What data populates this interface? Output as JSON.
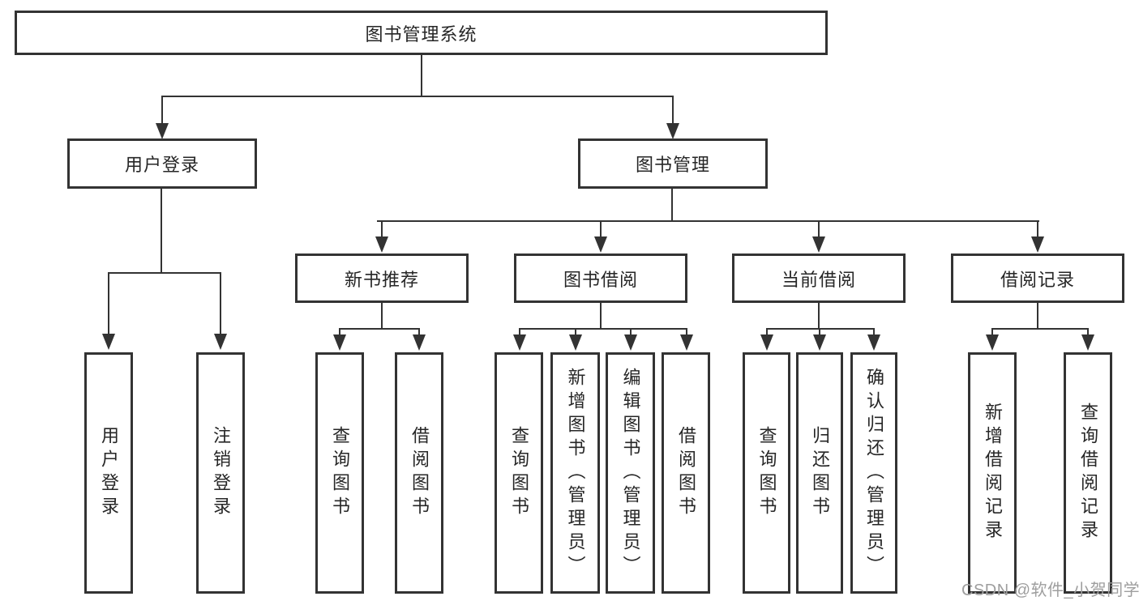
{
  "diagram": {
    "tree": {
      "label": "图书管理系统",
      "children": [
        {
          "label": "用户登录",
          "children": [
            {
              "label": "用户登录"
            },
            {
              "label": "注销登录"
            }
          ]
        },
        {
          "label": "图书管理",
          "children": [
            {
              "label": "新书推荐",
              "children": [
                {
                  "label": "查询图书"
                },
                {
                  "label": "借阅图书"
                }
              ]
            },
            {
              "label": "图书借阅",
              "children": [
                {
                  "label": "查询图书"
                },
                {
                  "label": "新增图书（管理员）"
                },
                {
                  "label": "编辑图书（管理员）"
                },
                {
                  "label": "借阅图书"
                }
              ]
            },
            {
              "label": "当前借阅",
              "children": [
                {
                  "label": "查询图书"
                },
                {
                  "label": "归还图书"
                },
                {
                  "label": "确认归还（管理员）"
                }
              ]
            },
            {
              "label": "借阅记录",
              "children": [
                {
                  "label": "新增借阅记录"
                },
                {
                  "label": "查询借阅记录"
                }
              ]
            }
          ]
        }
      ]
    }
  },
  "watermark": {
    "text": "CSDN @软件_小贺同学"
  },
  "colors": {
    "line": "#333333",
    "box_border": "#333333",
    "text": "#262626",
    "watermark": "#9e9e9e",
    "background": "#ffffff"
  }
}
